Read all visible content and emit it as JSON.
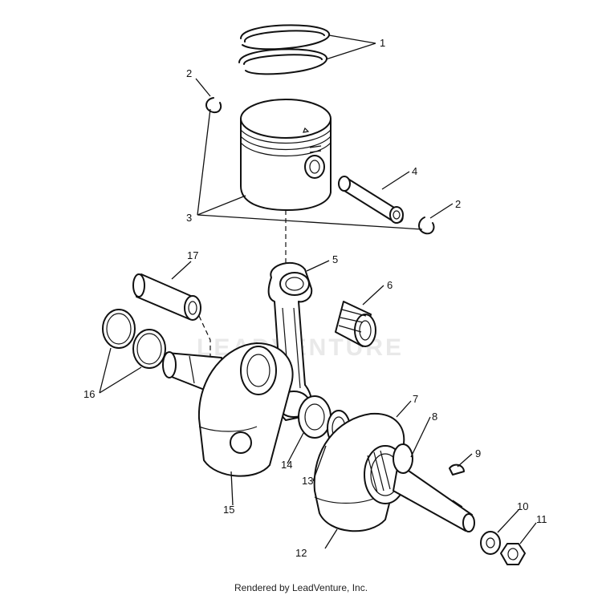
{
  "watermark": "LEADVENTURE",
  "footer_text": "Rendered by LeadVenture, Inc.",
  "callouts": [
    "1",
    "2",
    "2",
    "3",
    "4",
    "5",
    "6",
    "7",
    "8",
    "9",
    "10",
    "11",
    "12",
    "13",
    "14",
    "15",
    "16",
    "17"
  ]
}
